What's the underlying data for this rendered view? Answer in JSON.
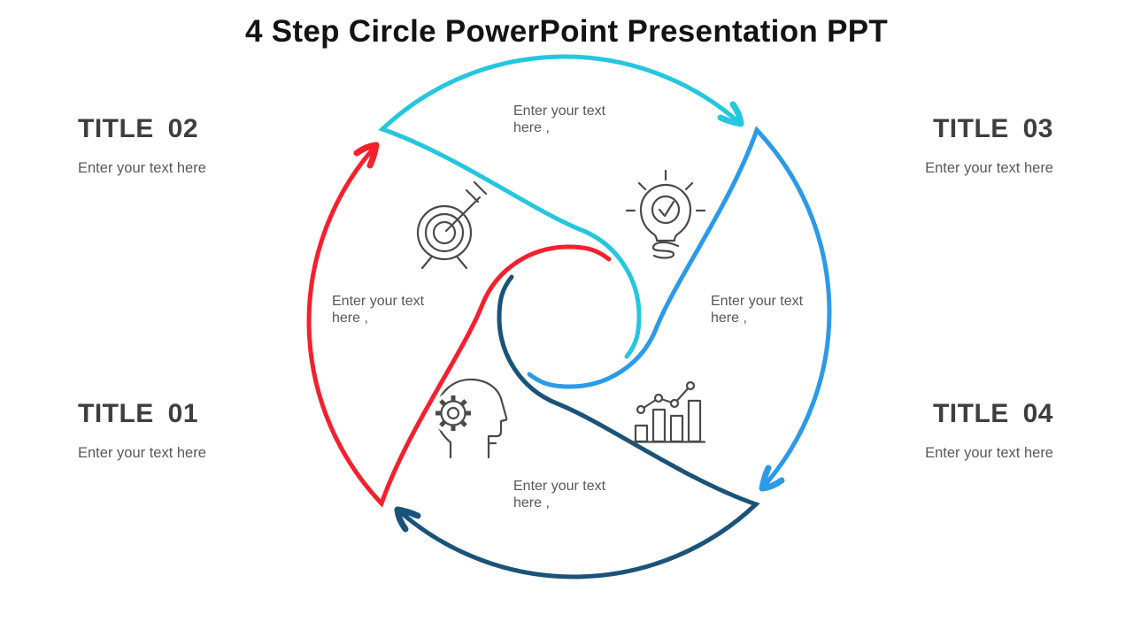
{
  "slide": {
    "title": "4 Step Circle PowerPoint Presentation PPT",
    "background": "#ffffff"
  },
  "colors": {
    "step1_red": "#F5202E",
    "step2_cyan": "#25C6DF",
    "step3_blue": "#2B9AE9",
    "step4_navy": "#1A537A",
    "title_text": "#131313",
    "heading_text": "#3E3E3E",
    "body_text": "#595959",
    "icon_stroke": "#4A4A4A"
  },
  "steps": {
    "step1": {
      "label": "TITLE 01",
      "subtitle": "Enter your text here",
      "color": "#F5202E",
      "icon": "head-gear-icon"
    },
    "step2": {
      "label": "TITLE 02",
      "subtitle": "Enter your text here",
      "color": "#25C6DF",
      "icon": "target-icon"
    },
    "step3": {
      "label": "TITLE 03",
      "subtitle": "Enter your text here",
      "color": "#2B9AE9",
      "icon": "bulb-check-icon"
    },
    "step4": {
      "label": "TITLE 04",
      "subtitle": "Enter your text here",
      "color": "#1A537A",
      "icon": "growth-chart-icon"
    }
  },
  "center_labels": {
    "top": {
      "line1": "Enter your text",
      "line2": "here ,"
    },
    "left": {
      "line1": "Enter your text",
      "line2": "here ,"
    },
    "right": {
      "line1": "Enter your text",
      "line2": "here ,"
    },
    "bottom": {
      "line1": "Enter your text",
      "line2": "here ,"
    }
  }
}
